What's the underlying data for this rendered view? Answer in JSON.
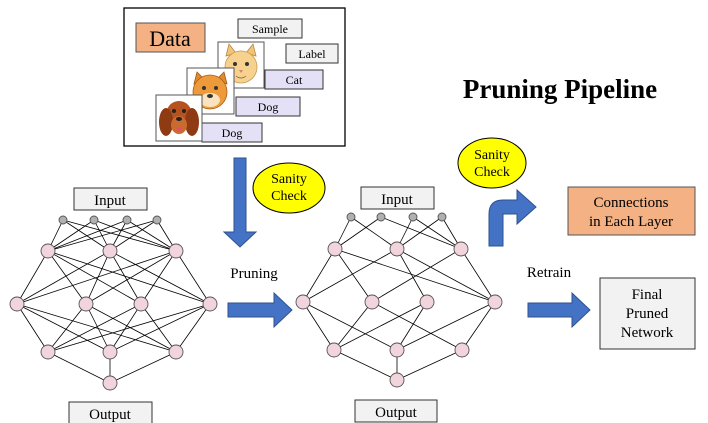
{
  "title": "Pruning Pipeline",
  "data_panel": {
    "heading": "Data",
    "tags": [
      "Sample",
      "Label",
      "Cat",
      "Dog",
      "Dog"
    ]
  },
  "sanity_check_1": [
    "Sanity",
    "Check"
  ],
  "sanity_check_2": [
    "Sanity",
    "Check"
  ],
  "network_1": {
    "input_label": "Input",
    "output_label": "Output"
  },
  "network_2": {
    "input_label": "Input",
    "output_label": "Output"
  },
  "pruning_label": "Pruning",
  "retrain_label": "Retrain",
  "connections_box": [
    "Connections",
    "in Each Layer"
  ],
  "final_box": [
    "Final",
    "Pruned",
    "Network"
  ],
  "icons": [
    "cat-face-icon",
    "dog-face-icon",
    "spaniel-dog-icon",
    "down-arrow",
    "right-arrow",
    "bent-arrow"
  ],
  "colors": {
    "data_heading_fill": "#f4b183",
    "connections_fill": "#f4b183",
    "sanity_fill": "#ffff00",
    "arrow_fill": "#4472c4",
    "input_node": "#b0b0b0",
    "hidden_node": "#f2d4dc",
    "label_box": "#f2f2f2",
    "lavender_tag": "#e4e0f5"
  }
}
